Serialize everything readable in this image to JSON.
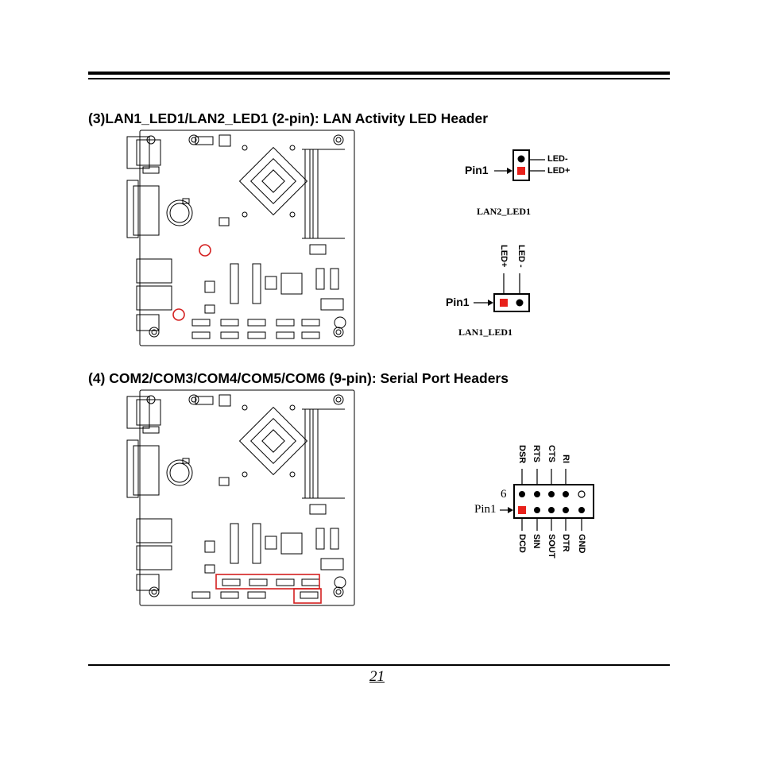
{
  "section3": {
    "heading": "(3)LAN1_LED1/LAN2_LED1 (2-pin): LAN Activity LED Header",
    "lan2": {
      "caption": "LAN2_LED1",
      "pin_label": "Pin1",
      "led_minus": "LED-",
      "led_plus": "LED+"
    },
    "lan1": {
      "caption": "LAN1_LED1",
      "pin_label": "Pin1",
      "led_minus": "LED -",
      "led_plus": "LED+"
    }
  },
  "section4": {
    "heading": "(4) COM2/COM3/COM4/COM5/COM6 (9-pin): Serial Port Headers",
    "pin_label": "Pin1",
    "pin_six": "6",
    "top_pins": [
      "DSR",
      "RTS",
      "CTS",
      "RI"
    ],
    "bottom_pins": [
      "DCD",
      "SIN",
      "SOUT",
      "DTR",
      "GND"
    ]
  },
  "footer": {
    "page_number": "21"
  },
  "colors": {
    "pin1": "#e8211b",
    "highlight": "#d42020"
  }
}
